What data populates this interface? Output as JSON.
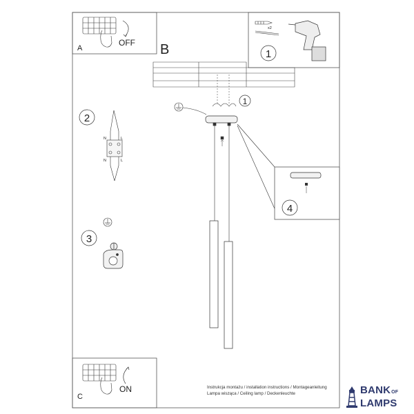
{
  "panels": {
    "a": {
      "letter": "A",
      "switch_label": "OFF"
    },
    "b": {
      "letter": "B"
    },
    "c": {
      "letter": "C",
      "switch_label": "ON"
    }
  },
  "steps": {
    "step1": "1",
    "step1_ceiling": "1",
    "step2": "2",
    "step3": "3",
    "step4": "4"
  },
  "hardware": {
    "quantity": "x2"
  },
  "terminals": {
    "n_top": "N",
    "l_top": "L",
    "n_bottom": "N",
    "l_bottom": "L"
  },
  "footer": {
    "line1": "Instrukcja montażu / installation instructions / Montageanleitung",
    "line2": "Lampa wisząca / Ceiling lamp / Deckenleuchte"
  },
  "brand": {
    "line1": "BANK",
    "of": "OF",
    "line2": "LAMPS",
    "color": "#2f3a6e"
  }
}
